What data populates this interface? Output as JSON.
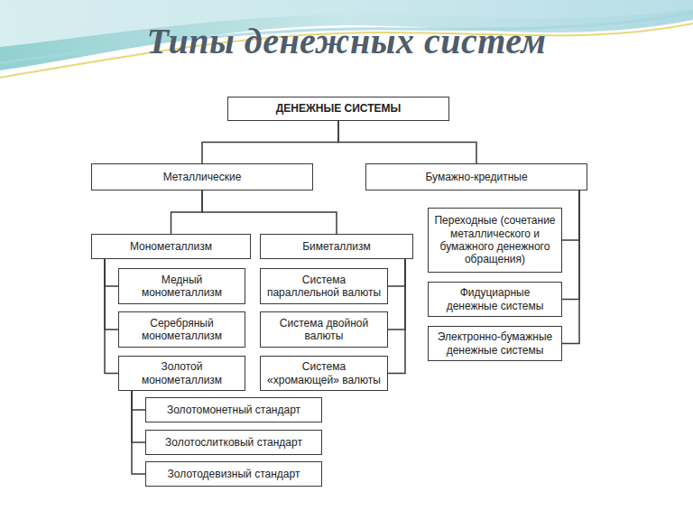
{
  "diagram": {
    "title": "Типы денежных систем",
    "nodes": [
      {
        "text": [
          "ДЕНЕЖНЫЕ СИСТЕМЫ"
        ]
      },
      {
        "text": [
          "Металлические"
        ]
      },
      {
        "text": [
          "Бумажно-кредитные"
        ]
      },
      {
        "text": [
          "Монометаллизм"
        ]
      },
      {
        "text": [
          "Биметаллизм"
        ]
      },
      {
        "text": [
          "Медный монометаллизм"
        ]
      },
      {
        "text": [
          "Серебряный монометаллизм"
        ]
      },
      {
        "text": [
          "Золотой монометаллизм"
        ]
      },
      {
        "text": [
          "Золотомонетный стандарт"
        ]
      },
      {
        "text": [
          "Золотослитковый стандарт"
        ]
      },
      {
        "text": [
          "Золотодевизный стандарт"
        ]
      },
      {
        "text": [
          "Система параллельной валюты"
        ]
      },
      {
        "text": [
          "Система двойной валюты"
        ]
      },
      {
        "text": [
          "Система «хромающей» валюты"
        ]
      },
      {
        "text": [
          "Переходные (сочетание металлического и бумажного денежного обращения)"
        ]
      },
      {
        "text": [
          "Фидуциарные денежные системы"
        ]
      },
      {
        "text": [
          "Электронно-бумажные денежные системы"
        ]
      }
    ],
    "edges": [
      {
        "from": 0,
        "to": 1,
        "arrow": "none"
      },
      {
        "from": 0,
        "to": 2,
        "arrow": "none"
      },
      {
        "from": 1,
        "to": 3,
        "arrow": "none"
      },
      {
        "from": 1,
        "to": 4,
        "arrow": "none"
      },
      {
        "from": 3,
        "to": 5,
        "arrow": "none"
      },
      {
        "from": 3,
        "to": 6,
        "arrow": "none"
      },
      {
        "from": 3,
        "to": 7,
        "arrow": "none"
      },
      {
        "from": 7,
        "to": 8,
        "arrow": "none"
      },
      {
        "from": 7,
        "to": 9,
        "arrow": "none"
      },
      {
        "from": 7,
        "to": 10,
        "arrow": "none"
      },
      {
        "from": 4,
        "to": 11,
        "arrow": "none"
      },
      {
        "from": 4,
        "to": 12,
        "arrow": "none"
      },
      {
        "from": 4,
        "to": 13,
        "arrow": "none"
      },
      {
        "from": 2,
        "to": 14,
        "arrow": "none"
      },
      {
        "from": 2,
        "to": 15,
        "arrow": "none"
      },
      {
        "from": 2,
        "to": 16,
        "arrow": "none"
      }
    ]
  }
}
